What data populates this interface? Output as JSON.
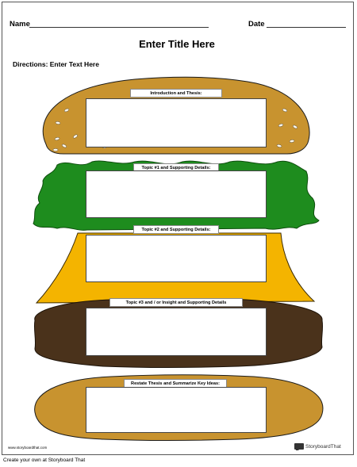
{
  "header": {
    "name_label": "Name",
    "date_label": "Date"
  },
  "title": "Enter Title Here",
  "directions": "Directions: Enter Text Here",
  "sections": [
    {
      "label": "Introduction and Thesis:"
    },
    {
      "label": "Topic #1 and Supporting Details:"
    },
    {
      "label": "Topic #2 and Supporting Details:"
    },
    {
      "label": "Topic #3 and / or Insight and Supporting Details"
    },
    {
      "label": "Restate Thesis and Summarize Key Ideas:"
    }
  ],
  "footer": {
    "url": "www.storyboardthat.com",
    "logo_text": "StoryboardThat",
    "note": "Create your own at Storyboard That"
  },
  "colors": {
    "bun": "#c8932f",
    "lettuce": "#1e8c1e",
    "cheese": "#f4b400",
    "patty": "#4a321b"
  }
}
